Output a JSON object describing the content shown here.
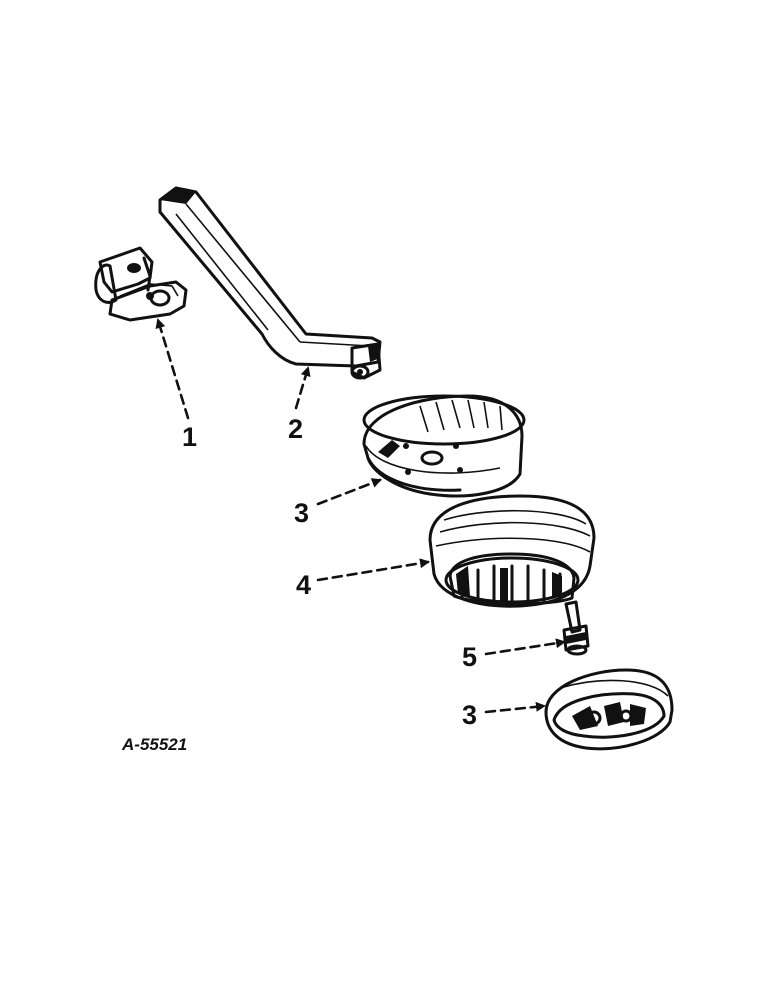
{
  "drawing_number": "A-55521",
  "callouts": [
    {
      "id": "1",
      "label": "1"
    },
    {
      "id": "2",
      "label": "2"
    },
    {
      "id": "3a",
      "label": "3"
    },
    {
      "id": "4",
      "label": "4"
    },
    {
      "id": "5",
      "label": "5"
    },
    {
      "id": "3b",
      "label": "3"
    }
  ],
  "colors": {
    "ink": "#111111",
    "paper": "#ffffff"
  }
}
